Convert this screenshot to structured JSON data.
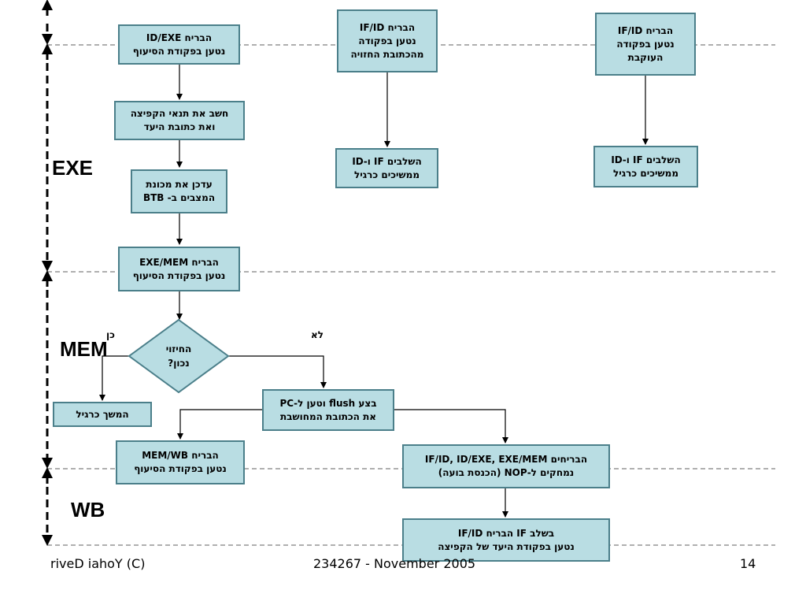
{
  "stages": {
    "exe": "EXE",
    "mem": "MEM",
    "wb": "WB"
  },
  "boxes": {
    "id_exe_latch": [
      "הבריח ID/EXE",
      "נטען בפקודת הסיעוף"
    ],
    "if_id_predicted": [
      "הבריח IF/ID",
      "נטען בפקודה",
      "מהכתובת החזויה"
    ],
    "if_id_next": [
      "הבריח IF/ID",
      "נטען בפקודה",
      "העוקבת"
    ],
    "compute_branch": [
      "חשב את תנאי הקפיצה",
      "ואת כתובת היעד"
    ],
    "if_id_continue_mid": [
      "השלבים IF ו-ID",
      "ממשיכים כרגיל"
    ],
    "if_id_continue_right": [
      "השלבים IF ו-ID",
      "ממשיכים כרגיל"
    ],
    "update_btb": [
      "עדכן את מכונת",
      "המצבים ב- BTB"
    ],
    "exe_mem_latch": [
      "הבריח EXE/MEM",
      "נטען בפקודת הסיעוף"
    ],
    "decision": [
      "החיזוי",
      "נכון?"
    ],
    "continue_normal": [
      "המשך כרגיל"
    ],
    "flush": [
      "בצע flush וטען ל-PC",
      "את הכתובת המחושבת"
    ],
    "mem_wb_latch": [
      "הבריח MEM/WB",
      "נטען בפקודת הסיעוף"
    ],
    "nop_latches": [
      "הבריחים IF/ID, ID/EXE, EXE/MEM",
      "נמחקים ל-NOP (הכנסת בועה)"
    ],
    "if_stage_load": [
      "בשלב IF הבריח IF/ID",
      "נטען בפקודת היעד של הקפיצה"
    ]
  },
  "labels": {
    "yes": "כן",
    "no": "לא"
  },
  "footer": {
    "left": "riveD iahoY  (C)",
    "center": "234267 - November 2005",
    "page": "14"
  },
  "colors": {
    "box_fill": "#b9dde3",
    "box_border": "#4b7f8a",
    "line": "#000000",
    "divider": "#7f7f7f"
  }
}
